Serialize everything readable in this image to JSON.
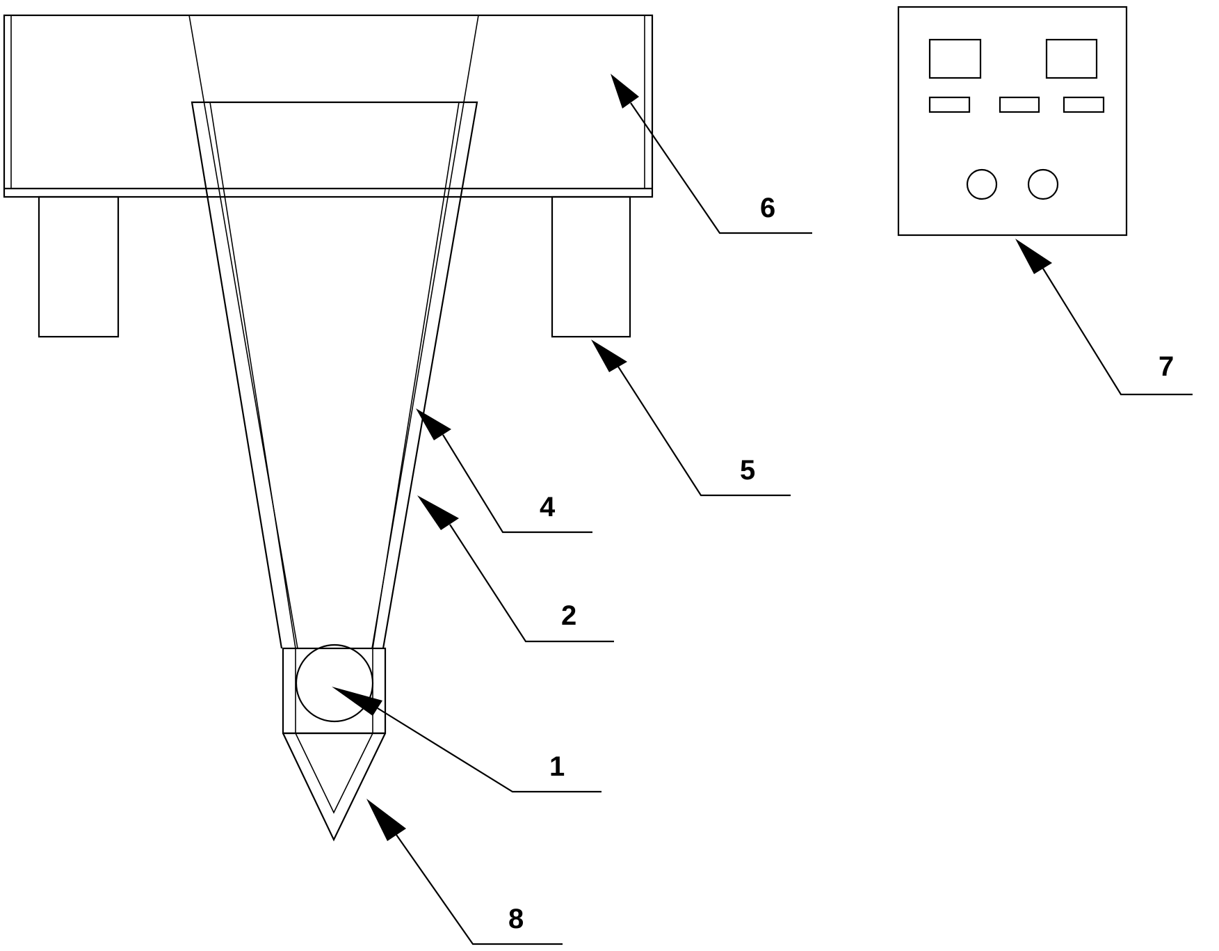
{
  "labels": {
    "part1": "1",
    "part2": "2",
    "part4": "4",
    "part5": "5",
    "part6": "6",
    "part7": "7",
    "part8": "8"
  },
  "colors": {
    "line": "#000000",
    "background": "#ffffff"
  }
}
